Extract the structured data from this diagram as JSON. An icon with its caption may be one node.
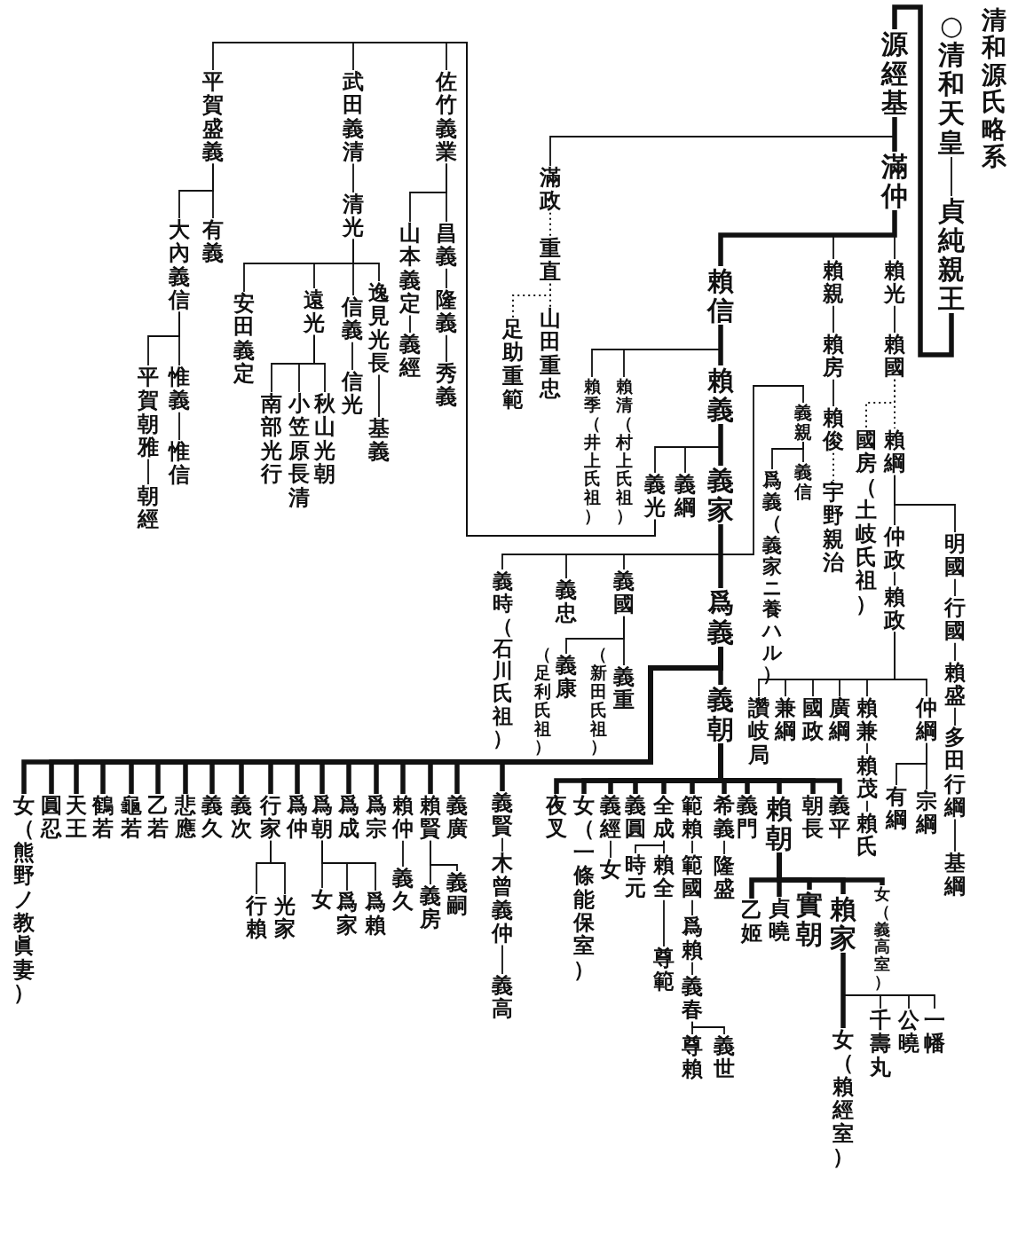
{
  "diagram": {
    "title": "清和源氏略系",
    "nodes": [
      {
        "text": [
          "○清和天皇"
        ]
      },
      {
        "text": [
          "貞純親王"
        ]
      },
      {
        "text": [
          "源經基"
        ]
      },
      {
        "text": [
          "滿仲"
        ]
      },
      {
        "text": [
          "賴光"
        ]
      },
      {
        "text": [
          "賴國"
        ]
      },
      {
        "text": [
          "賴綱"
        ]
      },
      {
        "text": [
          "國房（土岐氏祖）"
        ]
      },
      {
        "text": [
          "明國"
        ]
      },
      {
        "text": [
          "行國"
        ]
      },
      {
        "text": [
          "賴盛"
        ]
      },
      {
        "text": [
          "多田行綱"
        ]
      },
      {
        "text": [
          "基綱"
        ]
      },
      {
        "text": [
          "仲政"
        ]
      },
      {
        "text": [
          "賴政"
        ]
      },
      {
        "text": [
          "仲綱"
        ]
      },
      {
        "text": [
          "宗綱"
        ]
      },
      {
        "text": [
          "有綱"
        ]
      },
      {
        "text": [
          "賴兼"
        ]
      },
      {
        "text": [
          "賴茂"
        ]
      },
      {
        "text": [
          "賴氏"
        ]
      },
      {
        "text": [
          "廣綱"
        ]
      },
      {
        "text": [
          "國政"
        ]
      },
      {
        "text": [
          "兼綱"
        ]
      },
      {
        "text": [
          "讚岐局"
        ]
      },
      {
        "text": [
          "賴親"
        ]
      },
      {
        "text": [
          "賴房"
        ]
      },
      {
        "text": [
          "賴俊"
        ]
      },
      {
        "text": [
          "宇野親治"
        ]
      },
      {
        "text": [
          "賴信"
        ]
      },
      {
        "text": [
          "賴義"
        ]
      },
      {
        "text": [
          "義家"
        ]
      },
      {
        "text": [
          "義親"
        ]
      },
      {
        "text": [
          "義信"
        ]
      },
      {
        "text": [
          "爲義（義家ニ養ハル）"
        ]
      },
      {
        "text": [
          "爲義"
        ]
      },
      {
        "text": [
          "義朝"
        ]
      },
      {
        "text": [
          "義平"
        ]
      },
      {
        "text": [
          "朝長"
        ]
      },
      {
        "text": [
          "賴朝"
        ]
      },
      {
        "text": [
          "女（義高室）"
        ]
      },
      {
        "text": [
          "賴家"
        ]
      },
      {
        "text": [
          "一幡"
        ]
      },
      {
        "text": [
          "公曉"
        ]
      },
      {
        "text": [
          "千壽丸"
        ]
      },
      {
        "text": [
          "女（賴經室）"
        ]
      },
      {
        "text": [
          "實朝"
        ]
      },
      {
        "text": [
          "貞曉"
        ]
      },
      {
        "text": [
          "乙姬"
        ]
      },
      {
        "text": [
          "義門"
        ]
      },
      {
        "text": [
          "希義"
        ]
      },
      {
        "text": [
          "隆盛"
        ]
      },
      {
        "text": [
          "範賴"
        ]
      },
      {
        "text": [
          "範國"
        ]
      },
      {
        "text": [
          "爲賴"
        ]
      },
      {
        "text": [
          "義春"
        ]
      },
      {
        "text": [
          "尊賴"
        ]
      },
      {
        "text": [
          "義世"
        ]
      },
      {
        "text": [
          "全成"
        ]
      },
      {
        "text": [
          "賴全"
        ]
      },
      {
        "text": [
          "尊範"
        ]
      },
      {
        "text": [
          "時元"
        ]
      },
      {
        "text": [
          "義圓"
        ]
      },
      {
        "text": [
          "義經"
        ]
      },
      {
        "text": [
          "女"
        ]
      },
      {
        "text": [
          "女（一條能保室）"
        ]
      },
      {
        "text": [
          "夜叉"
        ]
      },
      {
        "text": [
          "義賢"
        ]
      },
      {
        "text": [
          "木曾義仲"
        ]
      },
      {
        "text": [
          "義高"
        ]
      },
      {
        "text": [
          "義廣"
        ]
      },
      {
        "text": [
          "賴賢"
        ]
      },
      {
        "text": [
          "義嗣"
        ]
      },
      {
        "text": [
          "義房"
        ]
      },
      {
        "text": [
          "賴仲"
        ]
      },
      {
        "text": [
          "義久"
        ]
      },
      {
        "text": [
          "爲宗"
        ]
      },
      {
        "text": [
          "爲成"
        ]
      },
      {
        "text": [
          "爲朝"
        ]
      },
      {
        "text": [
          "爲賴"
        ]
      },
      {
        "text": [
          "爲家"
        ]
      },
      {
        "text": [
          "女"
        ]
      },
      {
        "text": [
          "爲仲"
        ]
      },
      {
        "text": [
          "行家"
        ]
      },
      {
        "text": [
          "光家"
        ]
      },
      {
        "text": [
          "行賴"
        ]
      },
      {
        "text": [
          "義次"
        ]
      },
      {
        "text": [
          "義久"
        ]
      },
      {
        "text": [
          "悲應"
        ]
      },
      {
        "text": [
          "乙若"
        ]
      },
      {
        "text": [
          "龜若"
        ]
      },
      {
        "text": [
          "鶴若"
        ]
      },
      {
        "text": [
          "天王"
        ]
      },
      {
        "text": [
          "圓忍"
        ]
      },
      {
        "text": [
          "女（熊野ノ教眞妻）"
        ]
      },
      {
        "text": [
          "義國"
        ]
      },
      {
        "text": [
          "義重"
        ],
        "beside": [
          "（新田氏祖）"
        ]
      },
      {
        "text": [
          "義康"
        ],
        "beside": [
          "（足利氏祖）"
        ]
      },
      {
        "text": [
          "義忠"
        ]
      },
      {
        "text": [
          "義時（石川氏祖）"
        ]
      },
      {
        "text": [
          "義綱"
        ]
      },
      {
        "text": [
          "義光"
        ]
      },
      {
        "text": [
          "佐竹義業"
        ]
      },
      {
        "text": [
          "昌義"
        ]
      },
      {
        "text": [
          "隆義"
        ]
      },
      {
        "text": [
          "秀義"
        ]
      },
      {
        "text": [
          "山本義定"
        ]
      },
      {
        "text": [
          "義經"
        ]
      },
      {
        "text": [
          "武田義清"
        ]
      },
      {
        "text": [
          "清光"
        ]
      },
      {
        "text": [
          "逸見光長"
        ]
      },
      {
        "text": [
          "基義"
        ]
      },
      {
        "text": [
          "信義"
        ]
      },
      {
        "text": [
          "信光"
        ]
      },
      {
        "text": [
          "遠光"
        ]
      },
      {
        "text": [
          "秋山光朝"
        ]
      },
      {
        "text": [
          "小笠原長清"
        ]
      },
      {
        "text": [
          "南部光行"
        ]
      },
      {
        "text": [
          "安田義定"
        ]
      },
      {
        "text": [
          "平賀盛義"
        ]
      },
      {
        "text": [
          "有義"
        ]
      },
      {
        "text": [
          "大內義信"
        ]
      },
      {
        "text": [
          "惟義"
        ]
      },
      {
        "text": [
          "惟信"
        ]
      },
      {
        "text": [
          "平賀朝雅"
        ]
      },
      {
        "text": [
          "朝經"
        ]
      },
      {
        "text": [
          "賴清（村上氏祖）"
        ]
      },
      {
        "text": [
          "賴季（井上氏祖）"
        ]
      },
      {
        "text": [
          "滿政"
        ]
      },
      {
        "text": [
          "重直"
        ]
      },
      {
        "text": [
          "山田重忠"
        ]
      },
      {
        "text": [
          "足助重範"
        ]
      }
    ],
    "edges": [
      {
        "from": 0,
        "to": 1,
        "arrow": "none"
      },
      {
        "from": 1,
        "to": 2,
        "arrow": "none",
        "style": "thick"
      },
      {
        "from": 2,
        "to": 3,
        "arrow": "none",
        "style": "thick"
      },
      {
        "from": 2,
        "to": 128,
        "arrow": "none"
      },
      {
        "from": 3,
        "to": 4,
        "arrow": "none"
      },
      {
        "from": 3,
        "to": 25,
        "arrow": "none"
      },
      {
        "from": 3,
        "to": 29,
        "arrow": "none",
        "style": "thick"
      },
      {
        "from": 4,
        "to": 5,
        "arrow": "none"
      },
      {
        "from": 5,
        "to": 6,
        "arrow": "none",
        "style": "dashed"
      },
      {
        "from": 5,
        "to": 7,
        "arrow": "none",
        "style": "dashed"
      },
      {
        "from": 6,
        "to": 8,
        "arrow": "none"
      },
      {
        "from": 8,
        "to": 9,
        "arrow": "none"
      },
      {
        "from": 9,
        "to": 10,
        "arrow": "none"
      },
      {
        "from": 10,
        "to": 11,
        "arrow": "none"
      },
      {
        "from": 11,
        "to": 12,
        "arrow": "none"
      },
      {
        "from": 6,
        "to": 13,
        "arrow": "none"
      },
      {
        "from": 13,
        "to": 14,
        "arrow": "none"
      },
      {
        "from": 14,
        "to": 15,
        "arrow": "none"
      },
      {
        "from": 15,
        "to": 16,
        "arrow": "none"
      },
      {
        "from": 15,
        "to": 17,
        "arrow": "none"
      },
      {
        "from": 14,
        "to": 18,
        "arrow": "none"
      },
      {
        "from": 18,
        "to": 19,
        "arrow": "none"
      },
      {
        "from": 19,
        "to": 20,
        "arrow": "none"
      },
      {
        "from": 14,
        "to": 21,
        "arrow": "none"
      },
      {
        "from": 14,
        "to": 22,
        "arrow": "none"
      },
      {
        "from": 14,
        "to": 23,
        "arrow": "none"
      },
      {
        "from": 14,
        "to": 24,
        "arrow": "none"
      },
      {
        "from": 25,
        "to": 26,
        "arrow": "none"
      },
      {
        "from": 26,
        "to": 27,
        "arrow": "none"
      },
      {
        "from": 27,
        "to": 28,
        "arrow": "none",
        "style": "dashed"
      },
      {
        "from": 29,
        "to": 30,
        "arrow": "none",
        "style": "thick"
      },
      {
        "from": 30,
        "to": 31,
        "arrow": "none",
        "style": "thick"
      },
      {
        "from": 31,
        "to": 32,
        "arrow": "none"
      },
      {
        "from": 32,
        "to": 33,
        "arrow": "none"
      },
      {
        "from": 32,
        "to": 34,
        "arrow": "none"
      },
      {
        "from": 31,
        "to": 35,
        "arrow": "none",
        "style": "thick"
      },
      {
        "from": 35,
        "to": 36,
        "arrow": "none",
        "style": "thick"
      },
      {
        "from": 36,
        "to": 37,
        "arrow": "none",
        "style": "thick"
      },
      {
        "from": 36,
        "to": 38,
        "arrow": "none",
        "style": "thick"
      },
      {
        "from": 36,
        "to": 39,
        "arrow": "none",
        "style": "thick"
      },
      {
        "from": 39,
        "to": 40,
        "arrow": "none",
        "style": "thick"
      },
      {
        "from": 39,
        "to": 41,
        "arrow": "none",
        "style": "thick"
      },
      {
        "from": 41,
        "to": 42,
        "arrow": "none"
      },
      {
        "from": 41,
        "to": 43,
        "arrow": "none"
      },
      {
        "from": 41,
        "to": 44,
        "arrow": "none"
      },
      {
        "from": 41,
        "to": 45,
        "arrow": "none",
        "style": "thick"
      },
      {
        "from": 39,
        "to": 46,
        "arrow": "none",
        "style": "thick"
      },
      {
        "from": 39,
        "to": 47,
        "arrow": "none",
        "style": "thick"
      },
      {
        "from": 39,
        "to": 48,
        "arrow": "none",
        "style": "thick"
      },
      {
        "from": 36,
        "to": 49,
        "arrow": "none",
        "style": "thick"
      },
      {
        "from": 36,
        "to": 50,
        "arrow": "none",
        "style": "thick"
      },
      {
        "from": 50,
        "to": 51,
        "arrow": "none"
      },
      {
        "from": 36,
        "to": 52,
        "arrow": "none",
        "style": "thick"
      },
      {
        "from": 52,
        "to": 53,
        "arrow": "none"
      },
      {
        "from": 53,
        "to": 54,
        "arrow": "none"
      },
      {
        "from": 54,
        "to": 55,
        "arrow": "none"
      },
      {
        "from": 55,
        "to": 56,
        "arrow": "none"
      },
      {
        "from": 55,
        "to": 57,
        "arrow": "none"
      },
      {
        "from": 36,
        "to": 58,
        "arrow": "none",
        "style": "thick"
      },
      {
        "from": 58,
        "to": 59,
        "arrow": "none"
      },
      {
        "from": 59,
        "to": 60,
        "arrow": "none"
      },
      {
        "from": 58,
        "to": 61,
        "arrow": "none"
      },
      {
        "from": 36,
        "to": 62,
        "arrow": "none",
        "style": "thick"
      },
      {
        "from": 36,
        "to": 63,
        "arrow": "none",
        "style": "thick"
      },
      {
        "from": 63,
        "to": 64,
        "arrow": "none"
      },
      {
        "from": 36,
        "to": 65,
        "arrow": "none",
        "style": "thick"
      },
      {
        "from": 36,
        "to": 66,
        "arrow": "none",
        "style": "thick"
      },
      {
        "from": 35,
        "to": 67,
        "arrow": "none",
        "style": "thick"
      },
      {
        "from": 67,
        "to": 68,
        "arrow": "none"
      },
      {
        "from": 68,
        "to": 69,
        "arrow": "none"
      },
      {
        "from": 35,
        "to": 70,
        "arrow": "none",
        "style": "thick"
      },
      {
        "from": 35,
        "to": 71,
        "arrow": "none",
        "style": "thick"
      },
      {
        "from": 71,
        "to": 72,
        "arrow": "none"
      },
      {
        "from": 71,
        "to": 73,
        "arrow": "none"
      },
      {
        "from": 35,
        "to": 74,
        "arrow": "none",
        "style": "thick"
      },
      {
        "from": 74,
        "to": 75,
        "arrow": "none"
      },
      {
        "from": 35,
        "to": 76,
        "arrow": "none",
        "style": "thick"
      },
      {
        "from": 35,
        "to": 77,
        "arrow": "none",
        "style": "thick"
      },
      {
        "from": 35,
        "to": 78,
        "arrow": "none",
        "style": "thick"
      },
      {
        "from": 78,
        "to": 79,
        "arrow": "none"
      },
      {
        "from": 78,
        "to": 80,
        "arrow": "none"
      },
      {
        "from": 78,
        "to": 81,
        "arrow": "none"
      },
      {
        "from": 35,
        "to": 82,
        "arrow": "none",
        "style": "thick"
      },
      {
        "from": 35,
        "to": 83,
        "arrow": "none",
        "style": "thick"
      },
      {
        "from": 83,
        "to": 84,
        "arrow": "none"
      },
      {
        "from": 83,
        "to": 85,
        "arrow": "none"
      },
      {
        "from": 35,
        "to": 86,
        "arrow": "none",
        "style": "thick"
      },
      {
        "from": 35,
        "to": 87,
        "arrow": "none",
        "style": "thick"
      },
      {
        "from": 35,
        "to": 88,
        "arrow": "none",
        "style": "thick"
      },
      {
        "from": 35,
        "to": 89,
        "arrow": "none",
        "style": "thick"
      },
      {
        "from": 35,
        "to": 90,
        "arrow": "none",
        "style": "thick"
      },
      {
        "from": 35,
        "to": 91,
        "arrow": "none",
        "style": "thick"
      },
      {
        "from": 35,
        "to": 92,
        "arrow": "none",
        "style": "thick"
      },
      {
        "from": 35,
        "to": 93,
        "arrow": "none",
        "style": "thick"
      },
      {
        "from": 35,
        "to": 94,
        "arrow": "none",
        "style": "thick"
      },
      {
        "from": 31,
        "to": 95,
        "arrow": "none"
      },
      {
        "from": 95,
        "to": 96,
        "arrow": "none"
      },
      {
        "from": 95,
        "to": 97,
        "arrow": "none"
      },
      {
        "from": 31,
        "to": 98,
        "arrow": "none"
      },
      {
        "from": 31,
        "to": 99,
        "arrow": "none"
      },
      {
        "from": 30,
        "to": 100,
        "arrow": "none"
      },
      {
        "from": 30,
        "to": 101,
        "arrow": "none"
      },
      {
        "from": 101,
        "to": 102,
        "arrow": "none"
      },
      {
        "from": 102,
        "to": 103,
        "arrow": "none"
      },
      {
        "from": 103,
        "to": 104,
        "arrow": "none"
      },
      {
        "from": 104,
        "to": 105,
        "arrow": "none"
      },
      {
        "from": 102,
        "to": 106,
        "arrow": "none"
      },
      {
        "from": 106,
        "to": 107,
        "arrow": "none"
      },
      {
        "from": 101,
        "to": 108,
        "arrow": "none"
      },
      {
        "from": 108,
        "to": 109,
        "arrow": "none"
      },
      {
        "from": 109,
        "to": 110,
        "arrow": "none"
      },
      {
        "from": 110,
        "to": 111,
        "arrow": "none"
      },
      {
        "from": 109,
        "to": 112,
        "arrow": "none"
      },
      {
        "from": 112,
        "to": 113,
        "arrow": "none"
      },
      {
        "from": 109,
        "to": 114,
        "arrow": "none"
      },
      {
        "from": 114,
        "to": 115,
        "arrow": "none"
      },
      {
        "from": 114,
        "to": 116,
        "arrow": "none"
      },
      {
        "from": 114,
        "to": 117,
        "arrow": "none"
      },
      {
        "from": 109,
        "to": 118,
        "arrow": "none"
      },
      {
        "from": 101,
        "to": 119,
        "arrow": "none"
      },
      {
        "from": 119,
        "to": 120,
        "arrow": "none"
      },
      {
        "from": 119,
        "to": 121,
        "arrow": "none"
      },
      {
        "from": 121,
        "to": 122,
        "arrow": "none"
      },
      {
        "from": 122,
        "to": 123,
        "arrow": "none"
      },
      {
        "from": 121,
        "to": 124,
        "arrow": "none"
      },
      {
        "from": 124,
        "to": 125,
        "arrow": "none"
      },
      {
        "from": 29,
        "to": 126,
        "arrow": "none"
      },
      {
        "from": 29,
        "to": 127,
        "arrow": "none"
      },
      {
        "from": 128,
        "to": 129,
        "arrow": "none",
        "style": "dashed"
      },
      {
        "from": 129,
        "to": 130,
        "arrow": "none",
        "style": "dashed"
      },
      {
        "from": 129,
        "to": 131,
        "arrow": "none",
        "style": "dashed"
      }
    ]
  }
}
